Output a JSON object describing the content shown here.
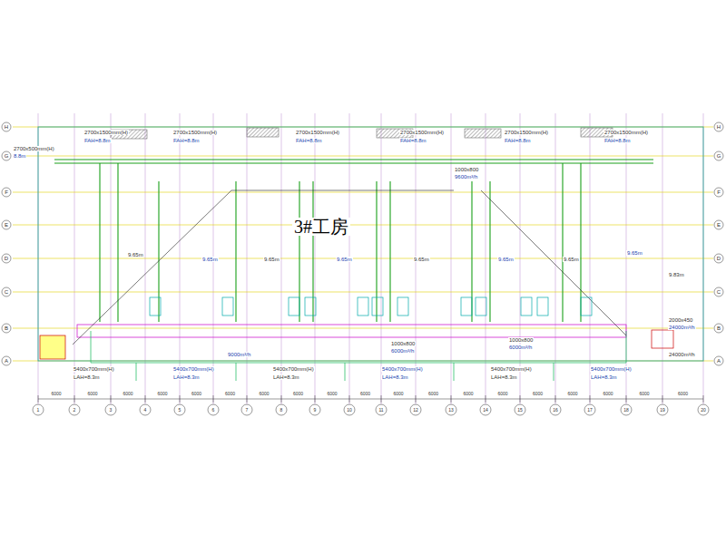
{
  "diagram": {
    "title": "3#工房",
    "labels": [
      "H",
      "G",
      "F",
      "E",
      "D",
      "C",
      "B",
      "A",
      "H",
      "G",
      "F",
      "E",
      "D",
      "C",
      "B",
      "A",
      "1",
      "2",
      "3",
      "4",
      "5",
      "6",
      "7",
      "8",
      "9",
      "10",
      "11",
      "12",
      "13",
      "14",
      "15",
      "16",
      "17",
      "18",
      "19",
      "20",
      "6000",
      "6000",
      "6000",
      "6000",
      "6000",
      "6000",
      "6000",
      "6000",
      "6000",
      "6000",
      "6000",
      "6000",
      "6000",
      "6000",
      "6000",
      "6000",
      "6000",
      "6000",
      "6000",
      "2700x1500mm(H)",
      "FAH=8.8m",
      "2700x1500mm(H)",
      "FAH=8.8m",
      "2700x1500mm(H)",
      "FAH=8.8m",
      "2700x1500mm(H)",
      "FAH=8.8m",
      "2700x1500mm(H)",
      "FAH=8.8m",
      "2700x1500mm(H)",
      "FAH=8.8m",
      "2700x500mm(H)",
      "8.8m",
      "1000x800",
      "9600m³/h",
      "9.65m",
      "9.65m",
      "9.65m",
      "9.65m",
      "9.65m",
      "9.65m",
      "9.65m",
      "9.65m",
      "5400x700mm(H)",
      "5400x700mm(H)",
      "5400x700mm(H)",
      "5400x700mm(H)",
      "5400x700mm(H)",
      "5400x700mm(H)",
      "LAH=8.3m",
      "LAH=8.3m",
      "LAH=8.3m",
      "LAH=8.3m",
      "LAH=8.3m",
      "LAH=8.3m",
      "1000x800",
      "6000m³/h",
      "1000x800",
      "6000m³/h",
      "2000x450",
      "24000m³/h",
      "24000m³/h",
      "9000m³/h",
      "9.83m"
    ]
  }
}
